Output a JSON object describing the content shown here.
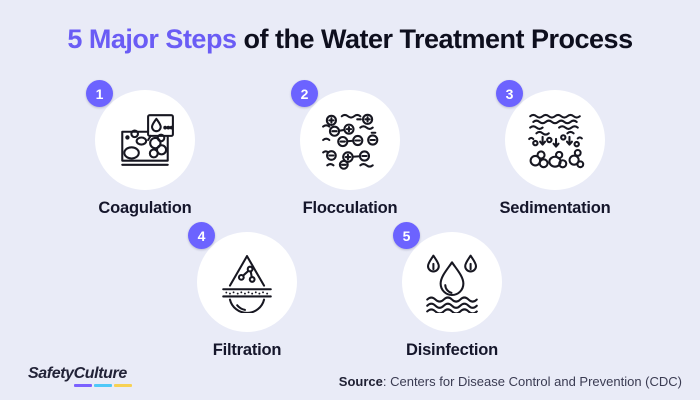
{
  "title": {
    "highlight": "5 Major Steps",
    "rest": "of the Water Treatment Process"
  },
  "steps": [
    {
      "number": "1",
      "label": "Coagulation",
      "icon": "coagulation-tank-icon"
    },
    {
      "number": "2",
      "label": "Flocculation",
      "icon": "flocculation-particles-icon"
    },
    {
      "number": "3",
      "label": "Sedimentation",
      "icon": "sedimentation-settling-icon"
    },
    {
      "number": "4",
      "label": "Filtration",
      "icon": "filtration-droplet-icon"
    },
    {
      "number": "5",
      "label": "Disinfection",
      "icon": "disinfection-droplets-icon"
    }
  ],
  "footer": {
    "logo": {
      "part1": "Safety",
      "part2": "Culture"
    },
    "source": {
      "label": "Source",
      "text": ": Centers for Disease Control and Prevention (CDC)"
    }
  },
  "colors": {
    "background": "#E9EBF7",
    "accent_purple": "#6A5CF5",
    "badge_purple": "#6C63FF",
    "circle_fill": "#FFFFFF",
    "text_dark": "#15162B",
    "logo_underline": [
      "#7B61FF",
      "#4FC8F8",
      "#F7D154"
    ]
  }
}
